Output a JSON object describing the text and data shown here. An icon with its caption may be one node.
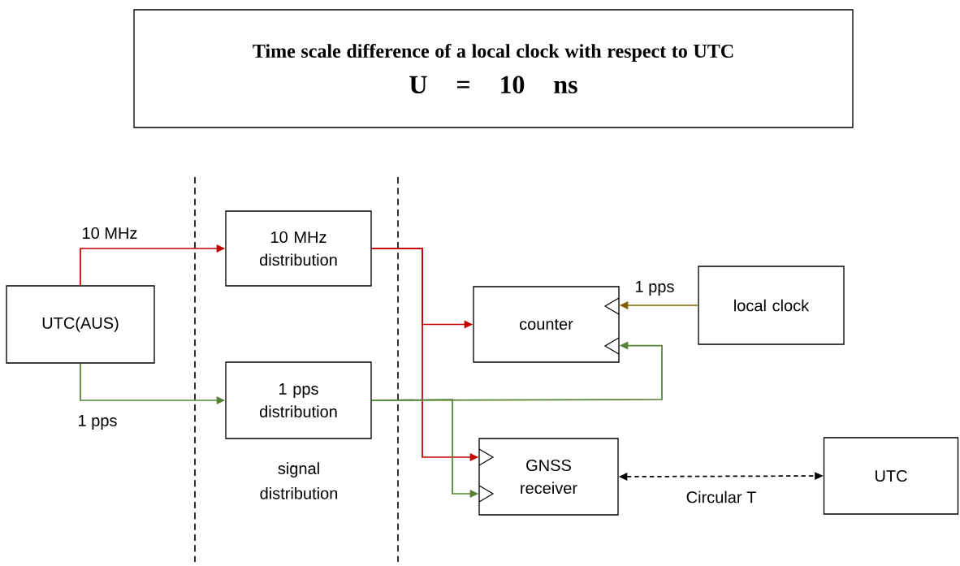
{
  "diagram": {
    "nodes": [
      {
        "text": [
          "Time scale difference of a local clock with respect to UTC",
          "U = 10 ns"
        ]
      },
      {
        "text": [
          "UTC(AUS)"
        ]
      },
      {
        "text": [
          "10 MHz distribution"
        ]
      },
      {
        "text": [
          "1 pps distribution"
        ]
      },
      {
        "text": [
          "counter"
        ]
      },
      {
        "text": [
          "local clock"
        ]
      },
      {
        "text": [
          "GNSS receiver"
        ]
      },
      {
        "text": [
          "UTC"
        ]
      }
    ],
    "edges": [
      {
        "from": 1,
        "to": 2,
        "arrow": "to",
        "label": "10 MHz",
        "color": "#c00000"
      },
      {
        "from": 1,
        "to": 3,
        "arrow": "to",
        "label": "1 pps",
        "color": "#548235"
      },
      {
        "from": 2,
        "to": 4,
        "arrow": "to",
        "color": "#c00000"
      },
      {
        "from": 2,
        "to": 6,
        "arrow": "to",
        "color": "#c00000"
      },
      {
        "from": 3,
        "to": 4,
        "arrow": "to",
        "color": "#548235"
      },
      {
        "from": 3,
        "to": 6,
        "arrow": "to",
        "color": "#548235"
      },
      {
        "from": 5,
        "to": 4,
        "arrow": "to",
        "label": "1 pps",
        "color": "#7f6000"
      },
      {
        "from": 6,
        "to": 7,
        "arrow": "both",
        "label": "Circular T",
        "style": "dashed",
        "color": "#000000"
      }
    ],
    "labels": [
      "signal distribution"
    ]
  }
}
